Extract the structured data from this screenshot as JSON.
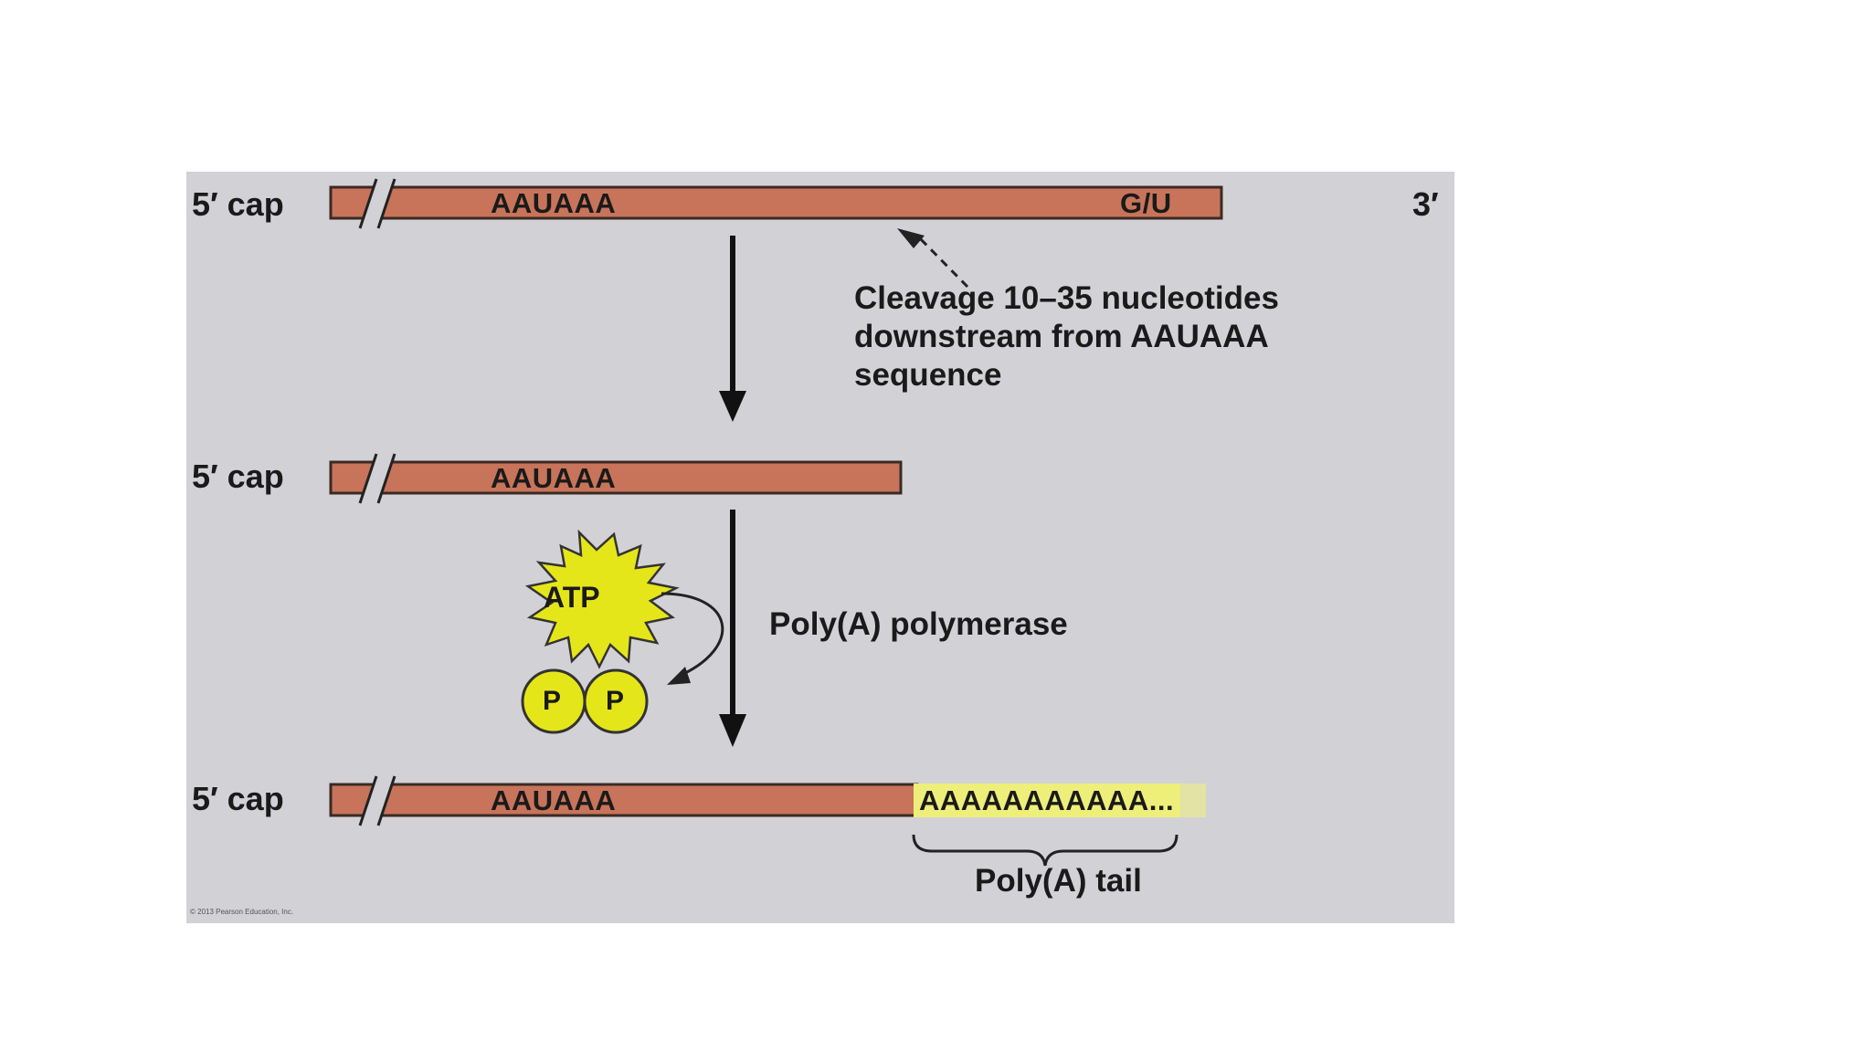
{
  "colors": {
    "rna": "#c8745a",
    "rna_stroke": "#3a2a24",
    "poly_a": "#eeee7a",
    "background": "#d2d2d6",
    "atp": "#e5e61a",
    "phosphate": "#e5e61a"
  },
  "step1": {
    "cap_label": "5′ cap",
    "signal": "AAUAAA",
    "gu": "G/U",
    "end_label": "3′"
  },
  "cleavage_note": {
    "line1": "Cleavage 10–35 nucleotides",
    "line2": "downstream from AAUAAA",
    "line3": "sequence"
  },
  "step2": {
    "cap_label": "5′ cap",
    "signal": "AAUAAA"
  },
  "reaction": {
    "atp": "ATP",
    "phosphate1": "P",
    "phosphate2": "P",
    "enzyme": "Poly(A) polymerase"
  },
  "step3": {
    "cap_label": "5′ cap",
    "signal": "AAUAAA",
    "poly_a_seq": "AAAAAAAAAAA...",
    "tail_label": "Poly(A) tail"
  },
  "credit": "© 2013 Pearson Education, Inc."
}
